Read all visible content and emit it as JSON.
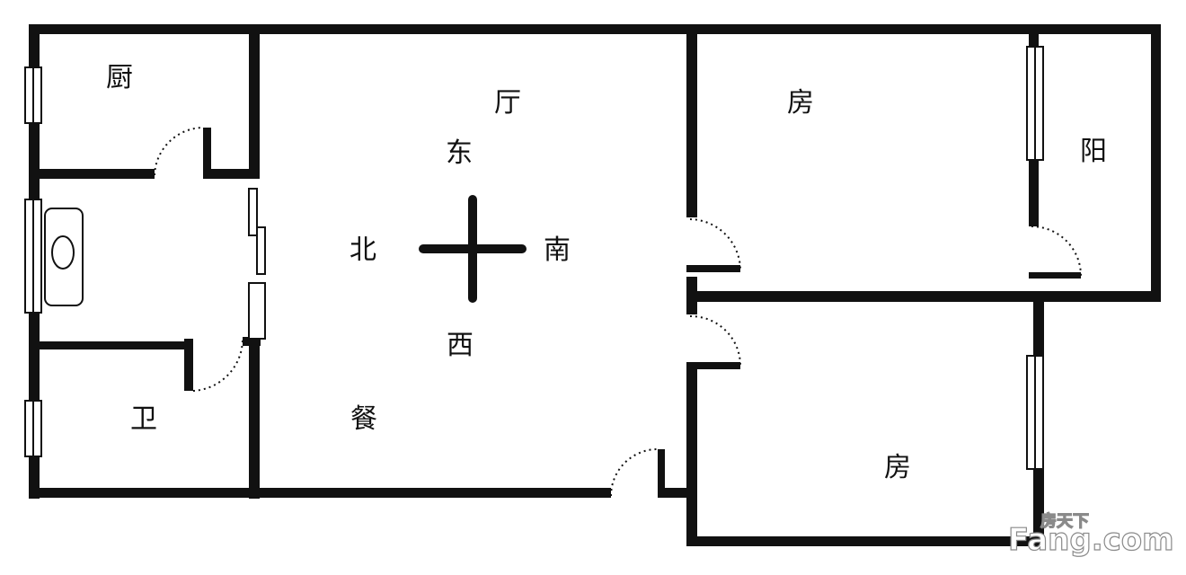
{
  "rooms": {
    "kitchen": "厨",
    "living": "厅",
    "dining": "餐",
    "bathroom": "卫",
    "bedroom_top": "房",
    "bedroom_bottom": "房",
    "balcony": "阳"
  },
  "compass": {
    "north": "北",
    "east": "东",
    "south": "南",
    "west": "西"
  },
  "watermark": {
    "brand": "Fang.com",
    "chinese": "房天下"
  }
}
